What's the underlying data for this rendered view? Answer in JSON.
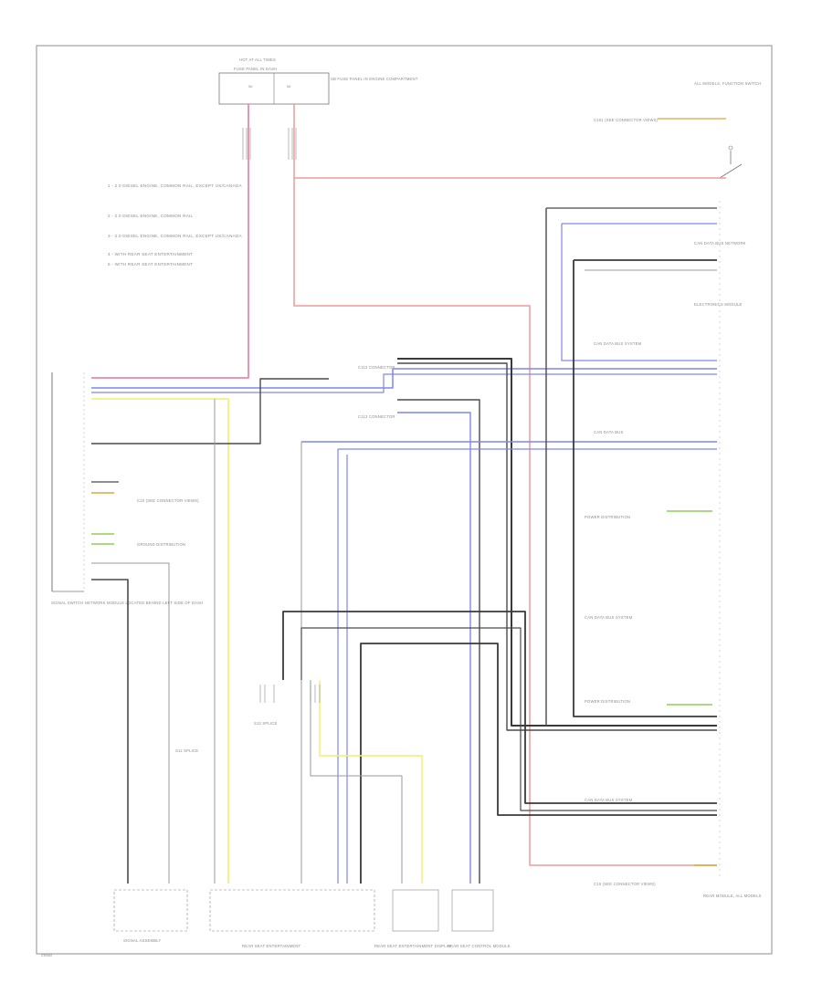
{
  "footer_code": "Z30062",
  "legend": [
    "1 - 2.0 DIESEL ENGINE, COMMON RAIL, EXCEPT US/CANADA",
    "2 - 2.0 DIESEL ENGINE, COMMON RAIL",
    "3 - 2.0 DIESEL ENGINE, COMMON RAIL, EXCEPT US/CANADA",
    "4 - WITH REAR SEAT ENTERTAINMENT",
    "5 - WITH REAR SEAT ENTERTAINMENT"
  ],
  "labels": {
    "fuse_top": "HOT AT ALL TIMES",
    "fuse_panel": "FUSE PANEL IN DASH",
    "fuse_rating": "5A",
    "fuse_desc": "SB FUSE PANEL IN ENGINE COMPARTMENT",
    "right_top": "ALL MODELS, FUNCTION SWITCH",
    "right_conn": "C101 (SEE CONNECTOR VIEWS)",
    "left_module": "SIGNAL SWITCH NETWORK MODULE LOCATED BEHIND LEFT SIDE OF DASH",
    "left_conn": "C10 (SEE CONNECTOR VIEWS)",
    "left_ground": "GROUND DISTRIBUTION",
    "mid_conn_top": "C112 CONNECTOR",
    "mid_conn_bottom": "C113 CONNECTOR",
    "splice_left": "S11 SPLICE",
    "splice_mid": "S12 SPLICE",
    "right_block": "CAN DATA BUS NETWORK",
    "right_module_top": "ELECTRONICS MODULE",
    "right_entry_1": "CAN DATA BUS SYSTEM",
    "right_entry_2": "CAN DATA BUS",
    "right_entry_3": "POWER DISTRIBUTION",
    "right_entry_4": "CAN DATA BUS SYSTEM",
    "right_entry_5": "POWER DISTRIBUTION",
    "right_entry_6": "CAN DATA BUS SYSTEM",
    "right_bottom_conn": "C10 (SEE CONNECTOR VIEWS)",
    "right_bottom_module": "REAR MODULE, ALL MODELS",
    "bottom_1": "SIGNAL ASSEMBLY",
    "bottom_2": "REAR SEAT ENTERTAINMENT",
    "bottom_3": "REAR SEAT ENTERTAINMENT DISPLAY",
    "bottom_4": "REAR SEAT CONTROL MODULE"
  },
  "colors": {
    "red": "#f19a9a",
    "pink": "#e88aa8",
    "blue": "#7f86f0",
    "yellow": "#f2ef6a",
    "black": "#3a3a3a",
    "gray": "#9a9a9a",
    "orange": "#e2b25e",
    "green": "#9fd66e",
    "frame": "#888888"
  }
}
